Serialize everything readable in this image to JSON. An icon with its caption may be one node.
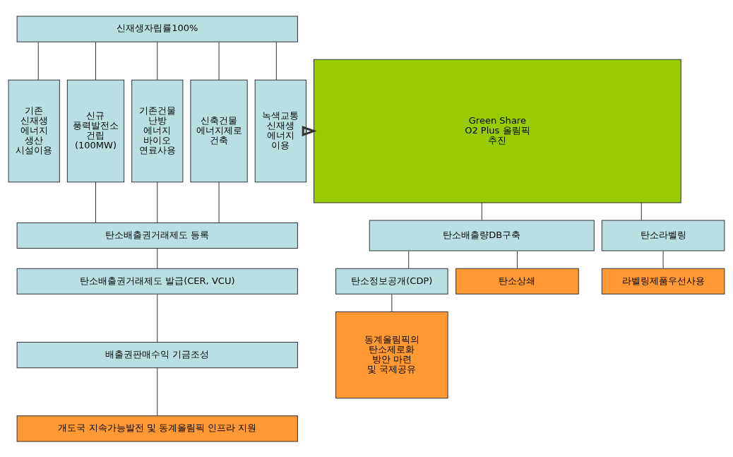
{
  "diagram": {
    "nodes": [
      {
        "text": [
          "신재생자립률100%"
        ]
      },
      {
        "text": [
          "기존 신재생 에너지 생산 시설이용"
        ]
      },
      {
        "text": [
          "신규 풍력발전소 건립 (100MW)"
        ]
      },
      {
        "text": [
          "기존건물 난방 에너지 바이오 연료사용"
        ]
      },
      {
        "text": [
          "신축건물 에너지제로 건축"
        ]
      },
      {
        "text": [
          "녹색교통 신재생 에너지 이용"
        ]
      },
      {
        "text": [
          "탄소배출권거래제도 등록"
        ]
      },
      {
        "text": [
          "탄소배출권거래제도 발급(CER, VCU)"
        ]
      },
      {
        "text": [
          "배출권판매수익 기금조성"
        ]
      },
      {
        "text": [
          "개도국 지속가능발전 및 동계올림픽 인프라 지원"
        ]
      },
      {
        "text": [
          "Green Share O2 Plus 올림픽 추진"
        ]
      },
      {
        "text": [
          "탄소배출량DB구축"
        ]
      },
      {
        "text": [
          "탄소라벨링"
        ]
      },
      {
        "text": [
          "탄소정보공개(CDP)"
        ]
      },
      {
        "text": [
          "탄소상쇄"
        ]
      },
      {
        "text": [
          "라벨링제품우선사용"
        ]
      },
      {
        "text": [
          "동계올림픽의 탄소제로화 방안 마련 및 국제공유"
        ]
      }
    ],
    "edges": [
      {
        "from": 0,
        "to": 1,
        "arrow": "none"
      },
      {
        "from": 0,
        "to": 2,
        "arrow": "none"
      },
      {
        "from": 0,
        "to": 3,
        "arrow": "none"
      },
      {
        "from": 0,
        "to": 4,
        "arrow": "none"
      },
      {
        "from": 0,
        "to": 5,
        "arrow": "none"
      },
      {
        "from": 2,
        "to": 6,
        "arrow": "none"
      },
      {
        "from": 3,
        "to": 6,
        "arrow": "none"
      },
      {
        "from": 4,
        "to": 6,
        "arrow": "none"
      },
      {
        "from": 6,
        "to": 7,
        "arrow": "none"
      },
      {
        "from": 7,
        "to": 8,
        "arrow": "none"
      },
      {
        "from": 8,
        "to": 9,
        "arrow": "none"
      },
      {
        "from": 5,
        "to": 10,
        "arrow": "to",
        "style": "thick"
      },
      {
        "from": 10,
        "to": 11,
        "arrow": "none"
      },
      {
        "from": 10,
        "to": 12,
        "arrow": "none"
      },
      {
        "from": 11,
        "to": 13,
        "arrow": "none"
      },
      {
        "from": 11,
        "to": 14,
        "arrow": "none"
      },
      {
        "from": 12,
        "to": 15,
        "arrow": "none"
      },
      {
        "from": 13,
        "to": 16,
        "arrow": "none"
      }
    ]
  }
}
